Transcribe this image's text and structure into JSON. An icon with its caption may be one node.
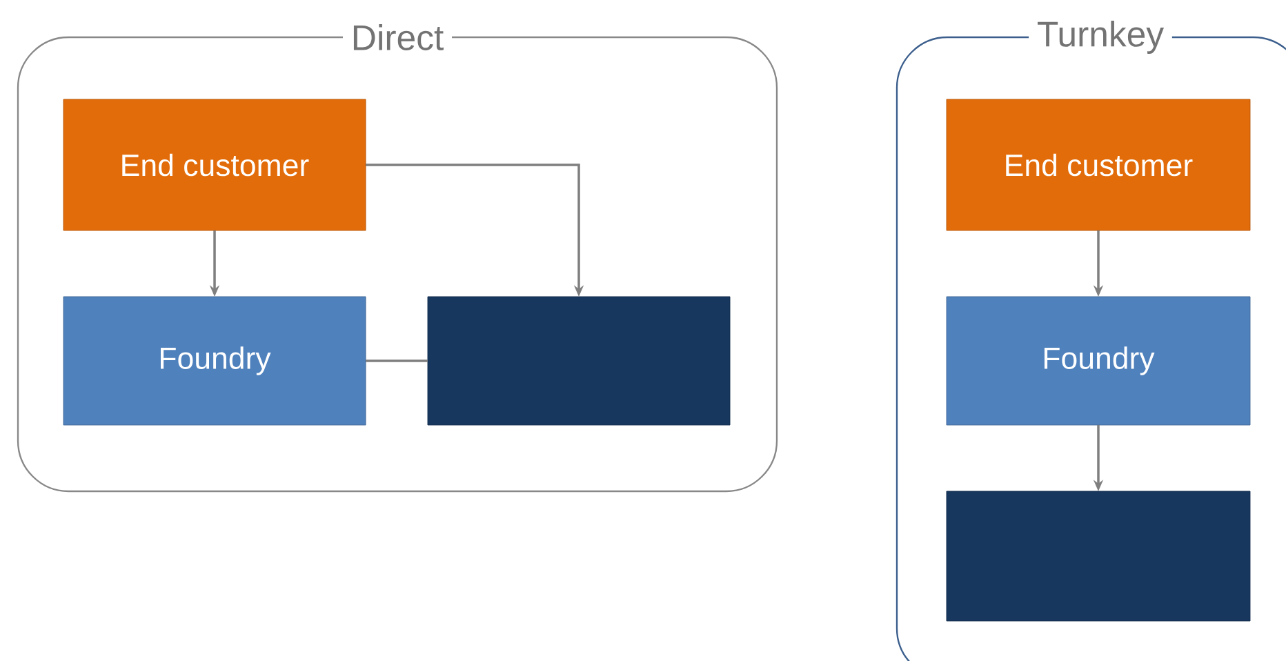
{
  "diagram": {
    "nodes": [
      {
        "text": [
          "Direct"
        ]
      },
      {
        "text": [
          "End customer"
        ],
        "in": 0
      },
      {
        "text": [
          "Foundry"
        ],
        "in": 0
      },
      {
        "text": [],
        "shape": "box",
        "in": 0
      },
      {
        "text": [
          "Turnkey"
        ]
      },
      {
        "text": [
          "End customer"
        ],
        "in": 4
      },
      {
        "text": [
          "Foundry"
        ],
        "in": 4
      },
      {
        "text": [],
        "shape": "box",
        "in": 4
      }
    ],
    "edges": [
      {
        "from": 1,
        "to": 2,
        "arrow": "to"
      },
      {
        "from": 1,
        "to": 3,
        "arrow": "to"
      },
      {
        "from": 2,
        "to": 3,
        "arrow": "none"
      },
      {
        "from": 5,
        "to": 6,
        "arrow": "to"
      },
      {
        "from": 6,
        "to": 7,
        "arrow": "to"
      }
    ]
  }
}
